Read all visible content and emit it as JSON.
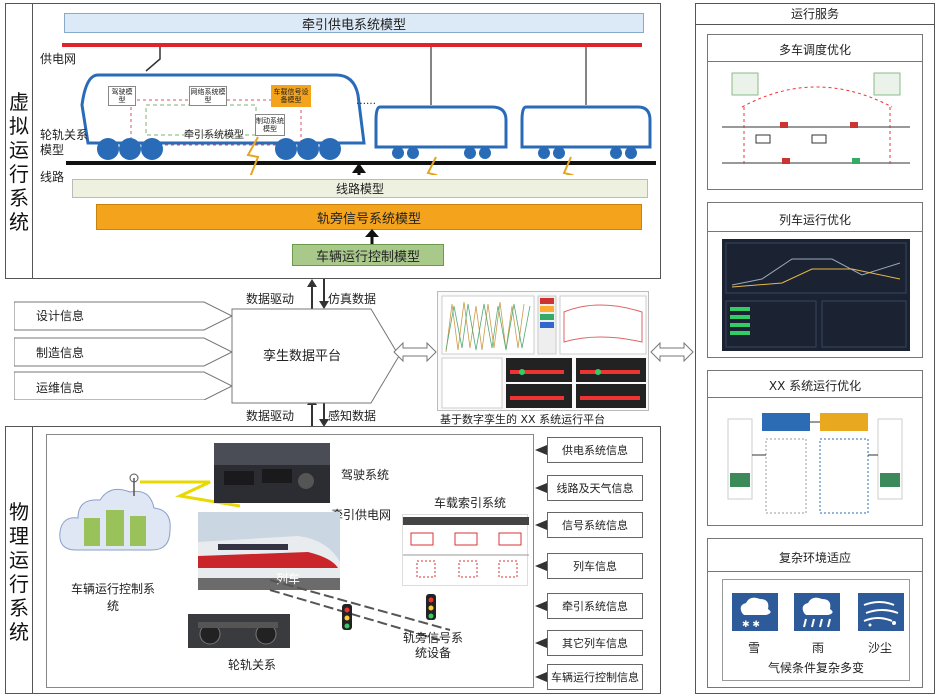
{
  "virtual": {
    "title": "虚拟运行系统",
    "traction_power_model": "牵引供电系统模型",
    "power_grid": "供电网",
    "wheel_rail_model": "轮轨关系模型",
    "line": "线路",
    "line_model": "线路模型",
    "wayside_signal_model": "轨旁信号系统模型",
    "vehicle_control_model": "车辆运行控制模型",
    "driving_model": "驾驶模型",
    "network_model": "网络系统模型",
    "onboard_signal_model": "车载信号设备模型",
    "traction_model": "牵引系统模型",
    "brake_model": "制动系统模型",
    "dots": "……"
  },
  "middle": {
    "inputs": [
      "设计信息",
      "制造信息",
      "运维信息"
    ],
    "platform": "孪生数据平台",
    "data_drive_top": "数据驱动",
    "sim_data": "仿真数据",
    "data_drive_bottom": "数据驱动",
    "sense_data": "感知数据",
    "platform_caption": "基于数字孪生的 XX 系统运行平台"
  },
  "physical": {
    "title": "物理运行系统",
    "driving_system": "驾驶系统",
    "traction_grid": "牵引供电网",
    "onboard_traction": "车载索引系统",
    "train": "列车",
    "vehicle_control": "车辆运行控制系统",
    "wayside_signal": "轨旁信号系统设备",
    "wheel_rail": "轮轨关系",
    "info_boxes": [
      "供电系统信息",
      "线路及天气信息",
      "信号系统信息",
      "列车信息",
      "牵引系统信息",
      "其它列车信息",
      "车辆运行控制信息"
    ]
  },
  "services": {
    "header": "运行服务",
    "multi_train": "多车调度优化",
    "train_opt": "列车运行优化",
    "xx_opt": "XX 系统运行优化",
    "complex_env": "复杂环境适应",
    "weather": [
      "雪",
      "雨",
      "沙尘"
    ],
    "weather_caption": "气候条件复杂多变"
  },
  "colors": {
    "power_line": "#e0232a",
    "orange": "#f3a31c",
    "light_green": "#a9c98b",
    "light_blue": "#dce9f7",
    "beige": "#eef0e0",
    "train_blue": "#2a6bb8"
  }
}
